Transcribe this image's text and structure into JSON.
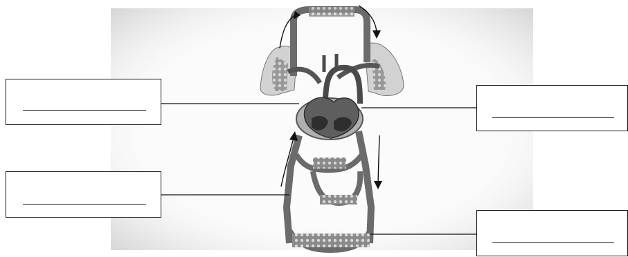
{
  "figure": {
    "image_title": "",
    "subject": "double-circulation-diagram"
  },
  "label_boxes": [
    {
      "id": "box-upper-left",
      "text": ""
    },
    {
      "id": "box-lower-left",
      "text": ""
    },
    {
      "id": "box-upper-right",
      "text": ""
    },
    {
      "id": "box-lower-right",
      "text": ""
    }
  ],
  "colors": {
    "vessel": "#6d6d6d",
    "vessel_dark": "#3d3d3d",
    "lung": "#cfcfcf",
    "heart": "#5a5a5a",
    "pericardium": "#a9a9a9",
    "background_texture": "#c8c8c8",
    "line": "#111111"
  },
  "icons": [
    "arrow-up-left-icon",
    "arrow-down-right-icon",
    "arrow-up-lower-left-icon",
    "arrow-down-lower-right-icon"
  ]
}
